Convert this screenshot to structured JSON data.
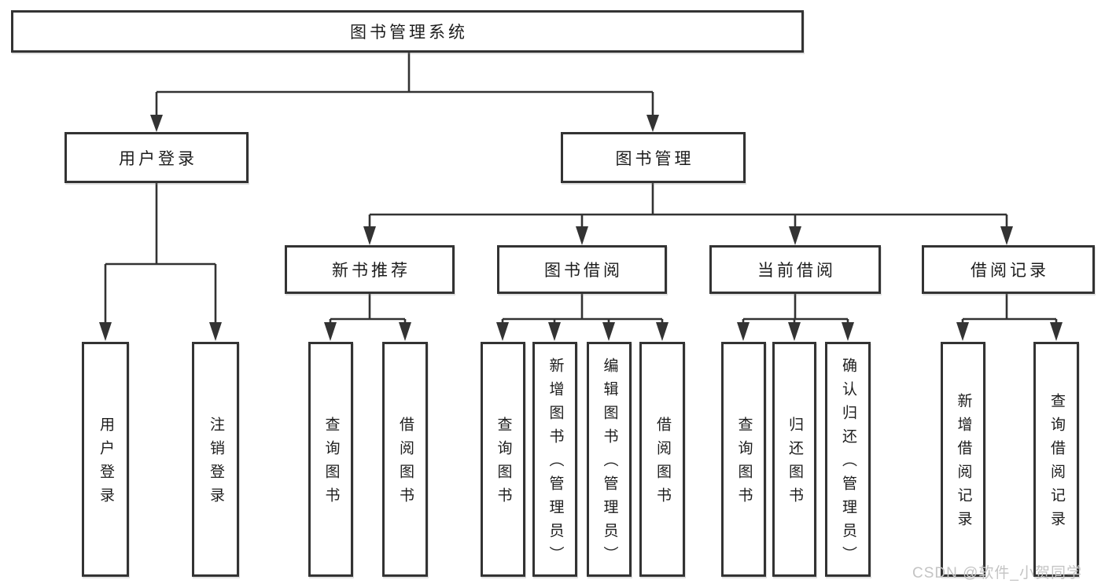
{
  "watermark": "CSDN @软件_小贺同学",
  "colors": {
    "line": "#333333",
    "box_border": "#333333",
    "box_fill": "#ffffff",
    "text": "#1d1d1d",
    "background": "#ffffff",
    "watermark_text": "#c4c4c4"
  },
  "tree": {
    "label": "图书管理系统",
    "children": [
      {
        "label": "用户登录",
        "children": [
          {
            "label": "用户登录"
          },
          {
            "label": "注销登录"
          }
        ]
      },
      {
        "label": "图书管理",
        "children": [
          {
            "label": "新书推荐",
            "children": [
              {
                "label": "查询图书"
              },
              {
                "label": "借阅图书"
              }
            ]
          },
          {
            "label": "图书借阅",
            "children": [
              {
                "label": "查询图书"
              },
              {
                "label": "新增图书（管理员）"
              },
              {
                "label": "编辑图书（管理员）"
              },
              {
                "label": "借阅图书"
              }
            ]
          },
          {
            "label": "当前借阅",
            "children": [
              {
                "label": "查询图书"
              },
              {
                "label": "归还图书"
              },
              {
                "label": "确认归还（管理员）"
              }
            ]
          },
          {
            "label": "借阅记录",
            "children": [
              {
                "label": "新增借阅记录"
              },
              {
                "label": "查询借阅记录"
              }
            ]
          }
        ]
      }
    ]
  }
}
